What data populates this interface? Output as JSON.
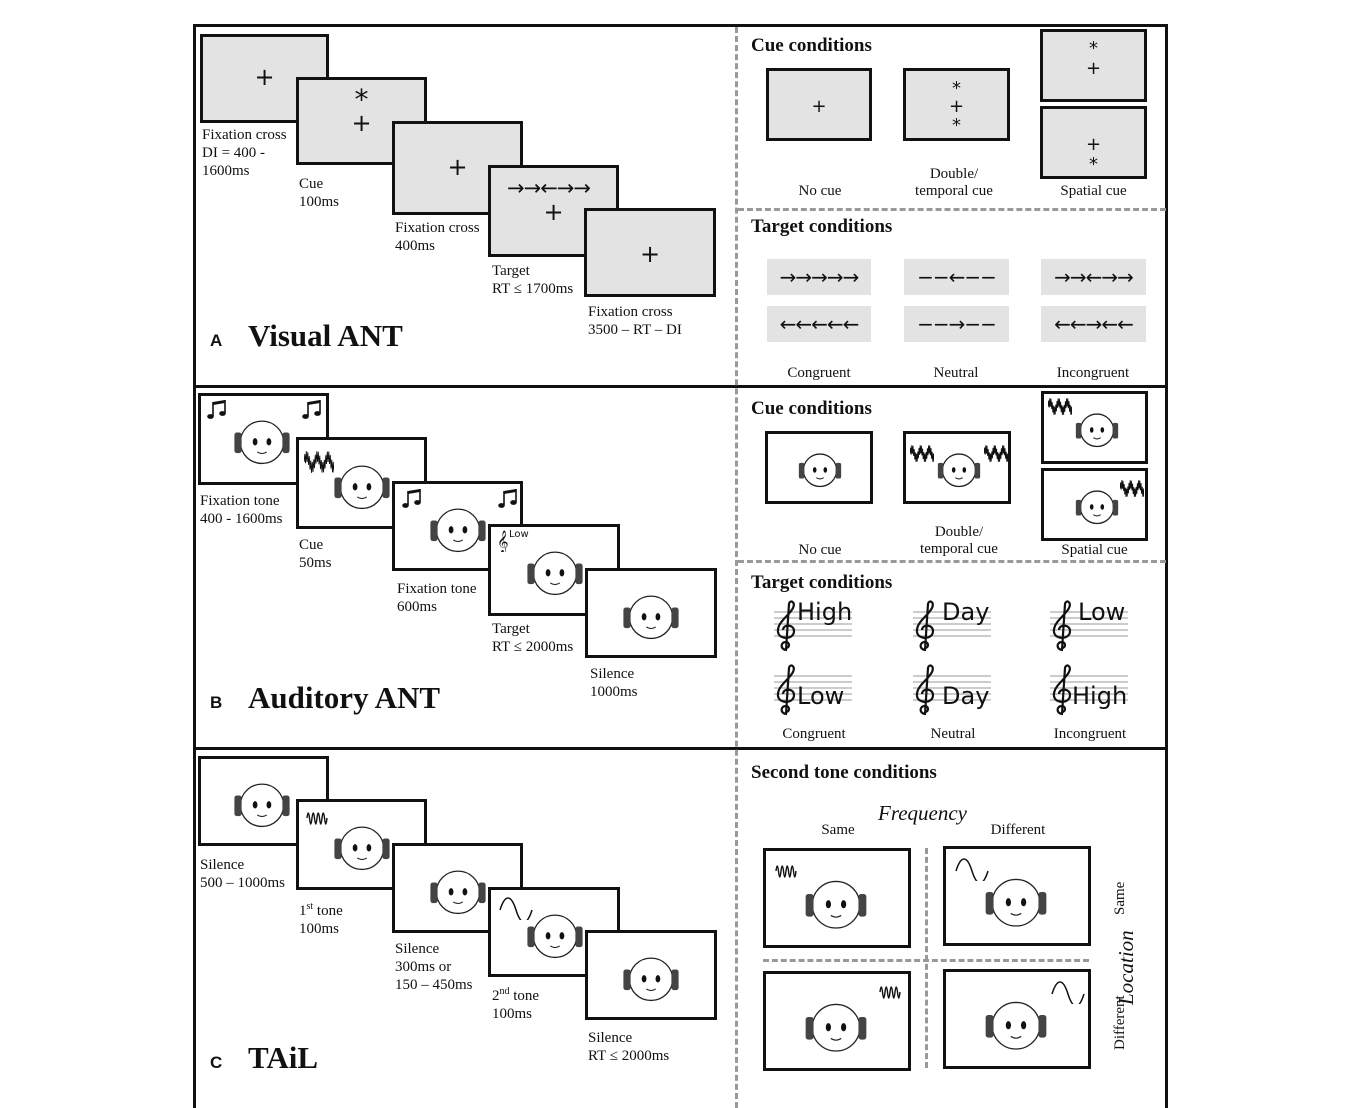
{
  "panels": {
    "a": {
      "letter": "A",
      "title": "Visual ANT",
      "sequence": [
        {
          "symbol": "+",
          "caption": "Fixation cross\nDI = 400 -\n1600ms"
        },
        {
          "symbol_top": "*",
          "symbol": "+",
          "caption": "Cue\n100ms"
        },
        {
          "symbol": "+",
          "caption": "Fixation cross\n400ms"
        },
        {
          "arrows": "→→←→→",
          "symbol": "+",
          "caption": "Target\nRT ≤ 1700ms"
        },
        {
          "symbol": "+",
          "caption": "Fixation cross\n3500 – RT – DI"
        }
      ],
      "cue_heading": "Cue conditions",
      "cue_labels": {
        "no_cue": "No cue",
        "double": "Double/\ntemporal cue",
        "spatial": "Spatial cue"
      },
      "cue_symbols": {
        "plus": "+",
        "star": "*"
      },
      "target_heading": "Target conditions",
      "target_flankers": [
        {
          "top": "→→→→→",
          "bottom": "←←←←←",
          "label": "Congruent"
        },
        {
          "top": "−−←−−",
          "bottom": "−−→−−",
          "label": "Neutral"
        },
        {
          "top": "→→←→→",
          "bottom": "←←→←←",
          "label": "Incongruent"
        }
      ]
    },
    "b": {
      "letter": "B",
      "title": "Auditory ANT",
      "sequence": [
        {
          "caption": "Fixation tone\n400 - 1600ms",
          "icons": [
            "music-note-icon",
            "music-note-icon"
          ]
        },
        {
          "caption": "Cue\n50ms",
          "icons": [
            "noise-burst-icon"
          ]
        },
        {
          "caption": "Fixation tone\n600ms",
          "icons": [
            "music-note-icon",
            "music-note-icon"
          ]
        },
        {
          "caption": "Target\nRT ≤ 2000ms",
          "staff_word": "Low"
        },
        {
          "caption": "Silence\n1000ms"
        }
      ],
      "cue_heading": "Cue conditions",
      "cue_labels": {
        "no_cue": "No cue",
        "double": "Double/\ntemporal cue",
        "spatial": "Spatial cue"
      },
      "target_heading": "Target conditions",
      "target_words": [
        {
          "top": "High",
          "bottom": "Low",
          "label": "Congruent"
        },
        {
          "top": "Day",
          "bottom": "Day",
          "label": "Neutral"
        },
        {
          "top": "Low",
          "bottom": "High",
          "label": "Incongruent"
        }
      ]
    },
    "c": {
      "letter": "C",
      "title": "TAiL",
      "sequence": [
        {
          "caption": "Silence\n500 – 1000ms"
        },
        {
          "caption_prefix": "1",
          "caption_sup": "st",
          "caption_rest": " tone",
          "caption_line2": "100ms"
        },
        {
          "caption": "Silence\n300ms or\n150 – 450ms"
        },
        {
          "caption_prefix": "2",
          "caption_sup": "nd",
          "caption_rest": " tone",
          "caption_line2": "100ms"
        },
        {
          "caption": "Silence\nRT ≤ 2000ms"
        }
      ],
      "conditions_heading": "Second tone conditions",
      "frequency_label": "Frequency",
      "freq_same": "Same",
      "freq_different": "Different",
      "location_label": "Location",
      "loc_same": "Same",
      "loc_different": "Different"
    }
  },
  "colors": {
    "screen_gray": "#e3e3e3",
    "dash": "#999999",
    "ink": "#111111"
  }
}
